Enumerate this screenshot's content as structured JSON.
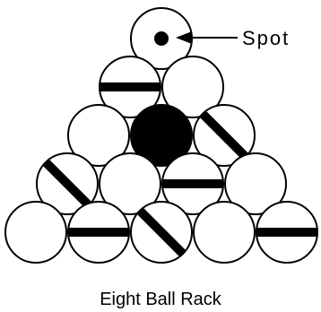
{
  "diagram": {
    "spot_label": "Spot",
    "caption": "Eight Ball Rack"
  },
  "rack": {
    "rows": [
      [
        {
          "type": "cue-spot"
        }
      ],
      [
        {
          "type": "stripe",
          "stripe": "horizontal"
        },
        {
          "type": "plain"
        }
      ],
      [
        {
          "type": "plain"
        },
        {
          "type": "solid"
        },
        {
          "type": "stripe",
          "stripe": "diagonal"
        }
      ],
      [
        {
          "type": "stripe",
          "stripe": "diagonal"
        },
        {
          "type": "plain"
        },
        {
          "type": "stripe",
          "stripe": "horizontal"
        },
        {
          "type": "plain"
        }
      ],
      [
        {
          "type": "plain"
        },
        {
          "type": "stripe",
          "stripe": "horizontal"
        },
        {
          "type": "stripe",
          "stripe": "diagonal"
        },
        {
          "type": "plain"
        },
        {
          "type": "stripe",
          "stripe": "horizontal"
        }
      ]
    ]
  },
  "colors": {
    "ball_fill": "#ffffff",
    "ball_outline": "#000000",
    "solid_ball": "#000000",
    "stripe": "#000000"
  }
}
